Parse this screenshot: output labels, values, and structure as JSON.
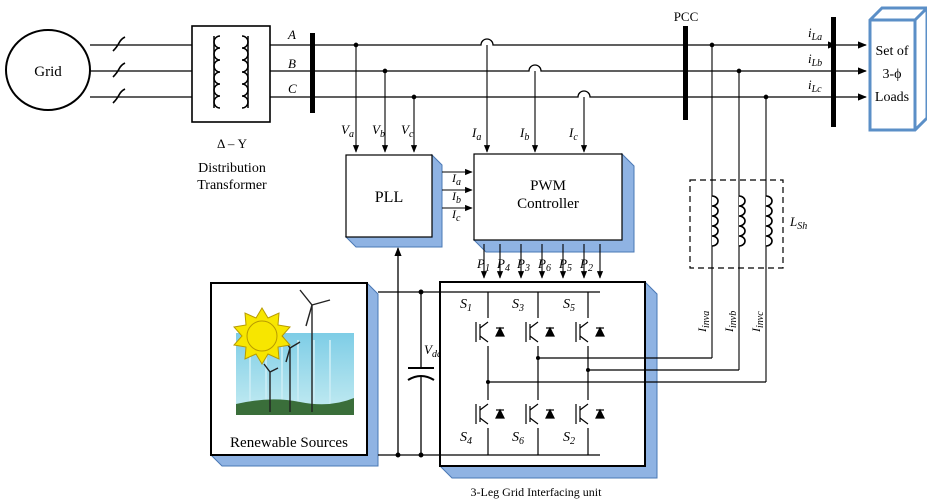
{
  "labels": {
    "grid": "Grid",
    "transformer_symbol": "Δ – Y",
    "transformer_line1": "Distribution",
    "transformer_line2": "Transformer",
    "phase_a": "A",
    "phase_b": "B",
    "phase_c": "C",
    "pcc": "PCC",
    "loads_line1": "Set of",
    "loads_line2": "3-ϕ",
    "loads_line3": "Loads",
    "pll": "PLL",
    "pwm_line1": "PWM",
    "pwm_line2": "Controller",
    "renewable": "Renewable Sources",
    "vsc_caption": "3-Leg Grid Interfacing unit",
    "inductor_label": "L",
    "inductor_sub": "Sh",
    "vdc": "V",
    "vdc_sub": "dc"
  },
  "voltage_signals": [
    {
      "main": "V",
      "sub": "a"
    },
    {
      "main": "V",
      "sub": "b"
    },
    {
      "main": "V",
      "sub": "c"
    }
  ],
  "current_signals": [
    {
      "main": "I",
      "sub": "a"
    },
    {
      "main": "I",
      "sub": "b"
    },
    {
      "main": "I",
      "sub": "c"
    }
  ],
  "pll_outputs": [
    {
      "main": "I",
      "sub": "a"
    },
    {
      "main": "I",
      "sub": "b"
    },
    {
      "main": "I",
      "sub": "c"
    }
  ],
  "load_currents": [
    {
      "main": "i",
      "sub": "La"
    },
    {
      "main": "i",
      "sub": "Lb"
    },
    {
      "main": "i",
      "sub": "Lc"
    }
  ],
  "pulses": [
    {
      "main": "P",
      "sub": "1"
    },
    {
      "main": "P",
      "sub": "4"
    },
    {
      "main": "P",
      "sub": "3"
    },
    {
      "main": "P",
      "sub": "6"
    },
    {
      "main": "P",
      "sub": "5"
    },
    {
      "main": "P",
      "sub": "2"
    }
  ],
  "switches": [
    {
      "main": "S",
      "sub": "1"
    },
    {
      "main": "S",
      "sub": "3"
    },
    {
      "main": "S",
      "sub": "5"
    },
    {
      "main": "S",
      "sub": "4"
    },
    {
      "main": "S",
      "sub": "6"
    },
    {
      "main": "S",
      "sub": "2"
    }
  ],
  "inverter_currents": [
    {
      "main": "I",
      "sub": "inva"
    },
    {
      "main": "I",
      "sub": "invb"
    },
    {
      "main": "I",
      "sub": "invc"
    }
  ],
  "colors": {
    "box_shade": "#8fb3e3",
    "box_edge": "#4a78b5",
    "loads_edge": "#5b8fc7",
    "sun": "#f7e600",
    "sky": "#9fd8ec"
  }
}
